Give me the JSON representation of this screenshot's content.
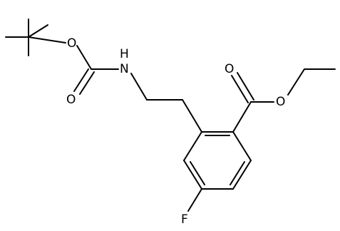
{
  "molecule": {
    "atoms": [
      {
        "id": "o_ester_ether_boc",
        "label": "O"
      },
      {
        "id": "o_carbonyl_boc",
        "label": "O"
      },
      {
        "id": "n_amine",
        "label": "N"
      },
      {
        "id": "h_amine",
        "label": "H"
      },
      {
        "id": "o_carbonyl_ester",
        "label": "O"
      },
      {
        "id": "o_ester_ether",
        "label": "O"
      },
      {
        "id": "f_aryl",
        "label": "F"
      }
    ]
  }
}
